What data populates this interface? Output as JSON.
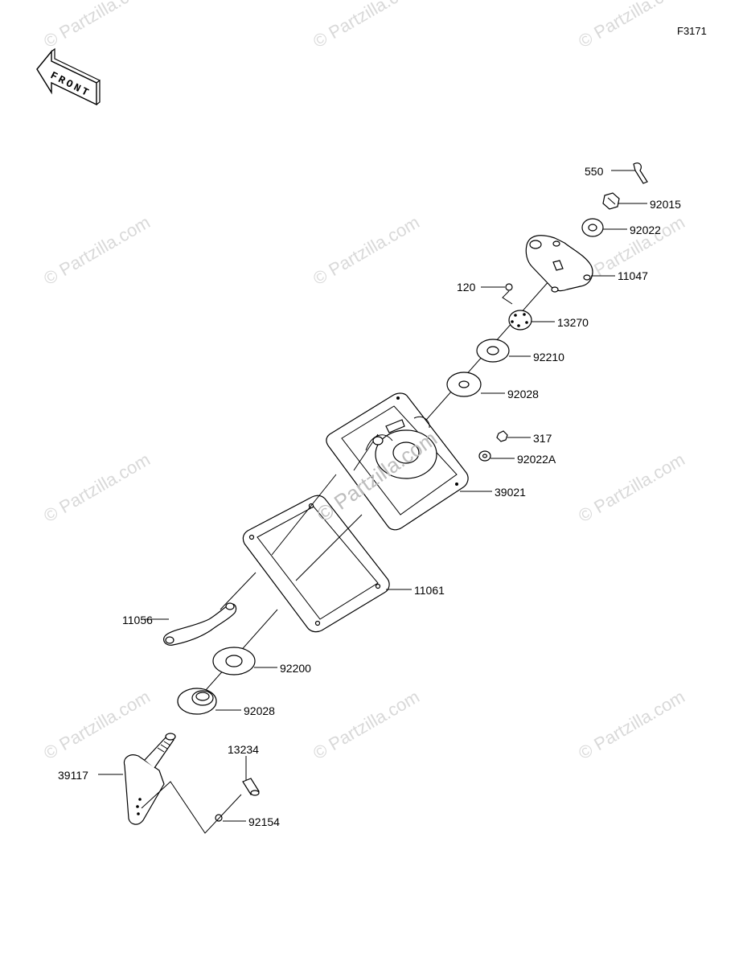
{
  "diagram": {
    "code": "F3171",
    "front_label": "FRONT",
    "watermark": "© Partzilla.com",
    "parts": [
      {
        "id": "550",
        "label": "550"
      },
      {
        "id": "92015",
        "label": "92015"
      },
      {
        "id": "92022",
        "label": "92022"
      },
      {
        "id": "11047",
        "label": "11047"
      },
      {
        "id": "120",
        "label": "120"
      },
      {
        "id": "13270",
        "label": "13270"
      },
      {
        "id": "92210",
        "label": "92210"
      },
      {
        "id": "92028-upper",
        "label": "92028"
      },
      {
        "id": "317",
        "label": "317"
      },
      {
        "id": "92022A",
        "label": "92022A"
      },
      {
        "id": "39021",
        "label": "39021"
      },
      {
        "id": "11061",
        "label": "11061"
      },
      {
        "id": "11056",
        "label": "11056"
      },
      {
        "id": "92200",
        "label": "92200"
      },
      {
        "id": "92028-lower",
        "label": "92028"
      },
      {
        "id": "13234",
        "label": "13234"
      },
      {
        "id": "39117",
        "label": "39117"
      },
      {
        "id": "92154",
        "label": "92154"
      }
    ]
  }
}
